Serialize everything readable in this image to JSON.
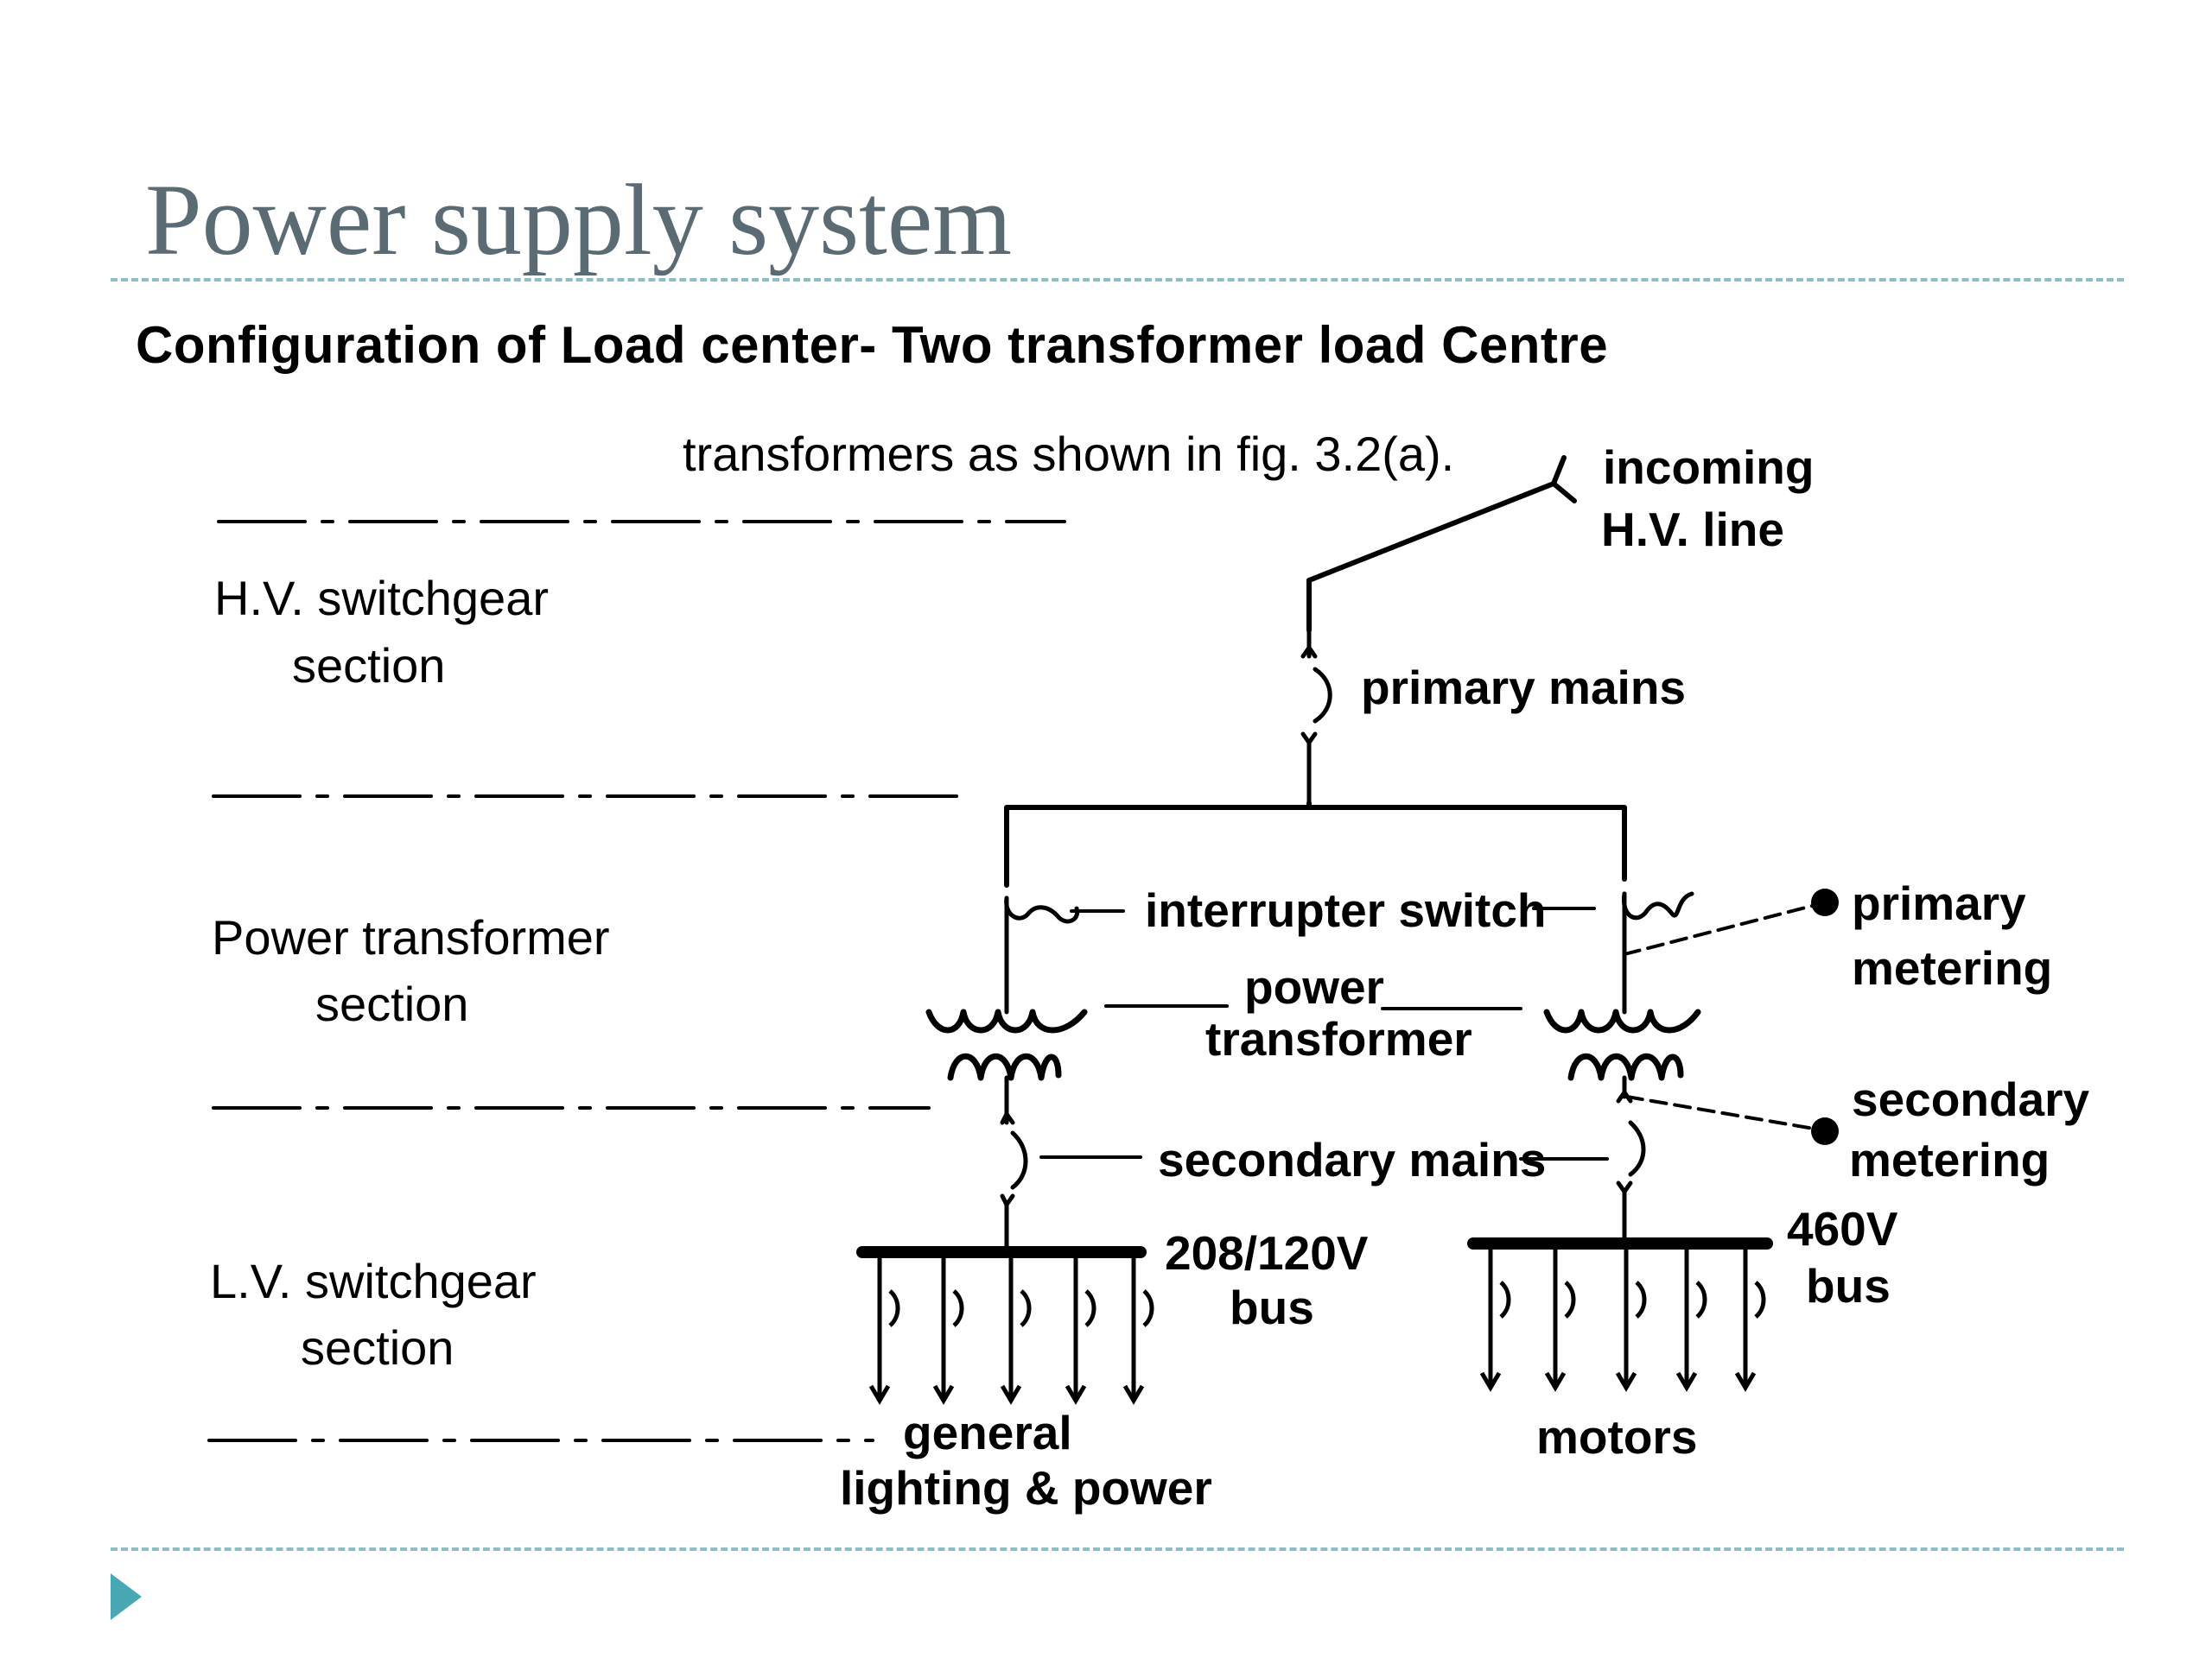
{
  "slide": {
    "title": "Power supply system",
    "subtitle": "Configuration of Load center- Two transformer load Centre"
  },
  "diagram": {
    "caption_fragment": "transformers as shown in fig. 3.2(a).",
    "sections": {
      "hv_line1": "H.V. switchgear",
      "hv_line2": "section",
      "pt_line1": "Power transformer",
      "pt_line2": "section",
      "lv_line1": "L.V. switchgear",
      "lv_line2": "section"
    },
    "labels": {
      "incoming_line1": "incoming",
      "incoming_line2": "H.V. line",
      "primary_mains": "primary  mains",
      "interrupter_switch": "interrupter switch",
      "power_transformer_line1": "power",
      "power_transformer_line2": "transformer",
      "secondary_mains": "secondary mains",
      "primary_metering_line1": "primary",
      "primary_metering_line2": "metering",
      "secondary_metering_line1": "secondary",
      "secondary_metering_line2": "metering",
      "bus_left_line1": "208/120V",
      "bus_left_line2": "bus",
      "bus_right_line1": "460V",
      "bus_right_line2": "bus",
      "load_left_line1": "general",
      "load_left_line2": "lighting & power",
      "load_right": "motors"
    }
  }
}
